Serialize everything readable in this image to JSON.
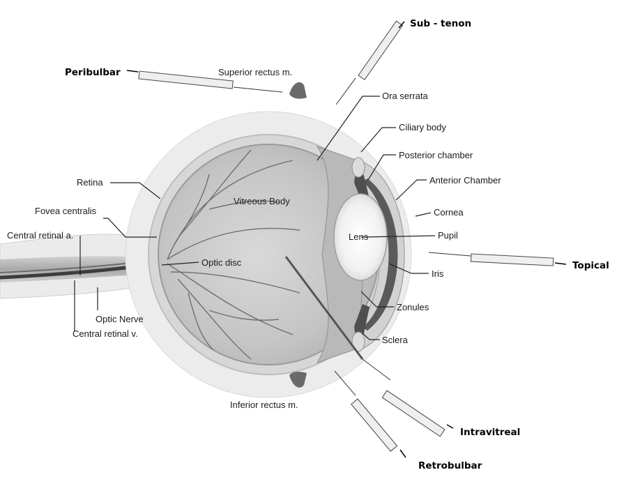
{
  "labels": {
    "sub_tenon": "Sub - tenon",
    "peribulbar": "Peribulbar",
    "superior_rectus": "Superior rectus m.",
    "ora_serrata": "Ora serrata",
    "ciliary_body": "Ciliary body",
    "posterior_chamber": "Posterior chamber",
    "retina": "Retina",
    "anterior_chamber": "Anterior Chamber",
    "vitreous_body": "Vitreous Body",
    "fovea_centralis": "Fovea centralis",
    "cornea": "Cornea",
    "central_retinal_artery": "Central retinal a.",
    "lens": "Lens",
    "pupil": "Pupil",
    "optic_disc": "Optic disc",
    "topical": "Topical",
    "iris": "Iris",
    "zonules": "Zonules",
    "optic_nerve": "Optic Nerve",
    "central_retinal_vein": "Central retinal v.",
    "sclera": "Sclera",
    "inferior_rectus": "Inferior rectus m.",
    "intravitreal": "Intravitreal",
    "retrobulbar": "Retrobulbar"
  },
  "colors": {
    "outer_layer": "#e4e4e4",
    "sclera": "#c7c7c7",
    "vitreous": "#c9c9c9",
    "vessel": "#6b6b6b",
    "nerve": "#4a4a4a",
    "lens": "#f4f4f4",
    "iris": "#555555"
  }
}
